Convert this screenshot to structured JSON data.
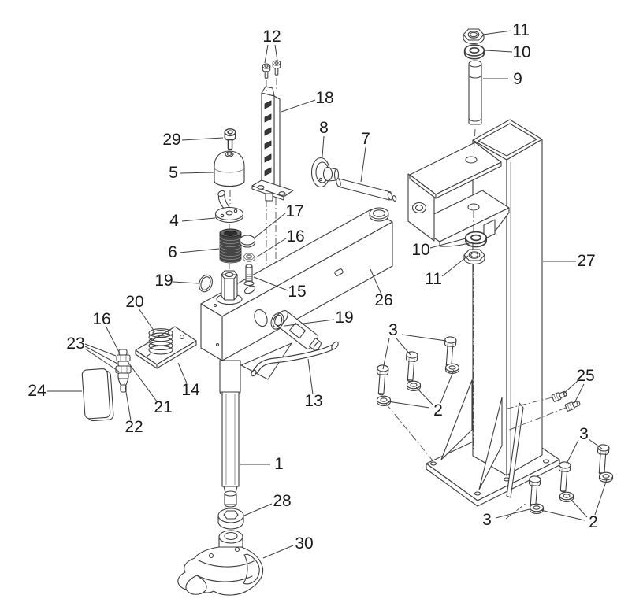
{
  "figure": {
    "kind": "exploded-parts-diagram",
    "background": "#ffffff",
    "line_color": "#3d3d3d",
    "label_color": "#1a1a1a",
    "rung_fill": "#3a3a3a",
    "spring_fill": "#454545"
  },
  "labels": [
    "12",
    "11",
    "10",
    "9",
    "18",
    "29",
    "8",
    "7",
    "5",
    "4",
    "17",
    "16",
    "6",
    "10",
    "11",
    "27",
    "19",
    "15",
    "26",
    "20",
    "16",
    "19",
    "23",
    "3",
    "24",
    "14",
    "21",
    "22",
    "13",
    "2",
    "25",
    "3",
    "1",
    "28",
    "3",
    "2",
    "30"
  ]
}
